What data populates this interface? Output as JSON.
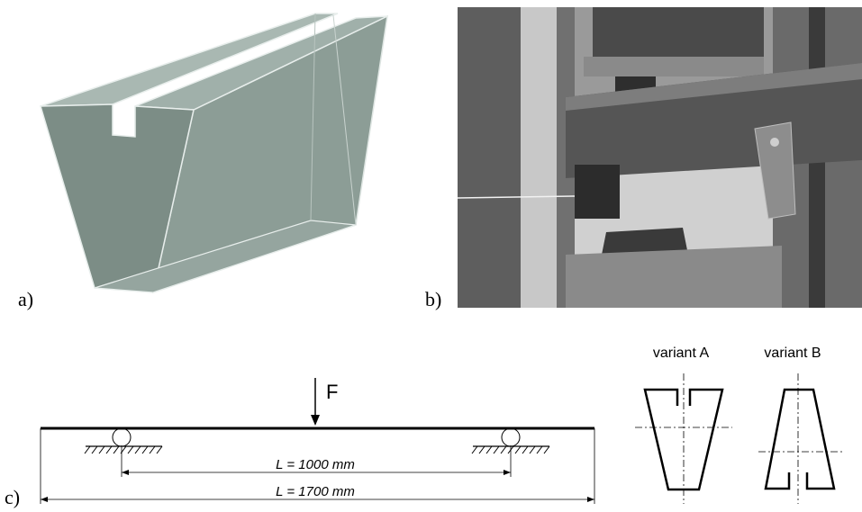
{
  "panels": {
    "a_label": "a)",
    "b_label": "b)",
    "c_label": "c)"
  },
  "beam_scheme": {
    "force_label": "F",
    "span_inner": "L = 1000 mm",
    "span_outer": "L = 1700 mm"
  },
  "variants": {
    "a_label": "variant A",
    "b_label": "variant B"
  },
  "colors": {
    "profile_fill": "#8a9b94",
    "profile_dark": "#6f7f79",
    "photo_gray": "#7a7a7a"
  }
}
